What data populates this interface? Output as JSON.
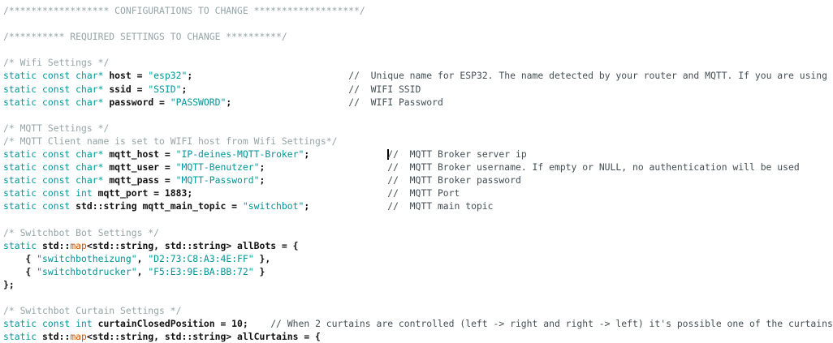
{
  "app": {
    "description": "code-editor-viewport",
    "language": "cpp"
  },
  "theme": {
    "background": "#ffffff",
    "block_comment": "#95a5a6",
    "line_comment": "#434f54",
    "keyword": "#00979c",
    "string": "#009599",
    "identifier": "#111111",
    "function": "#d35400",
    "cursor": "#000000"
  },
  "code": {
    "lines": [
      [
        {
          "s": "cm1",
          "t": "/****************** CONFIGURATIONS TO CHANGE *******************/"
        }
      ],
      [],
      [
        {
          "s": "cm1",
          "t": "/********** REQUIRED SETTINGS TO CHANGE **********/"
        }
      ],
      [],
      [
        {
          "s": "cm1",
          "t": "/* Wifi Settings */"
        }
      ],
      [
        {
          "s": "kw",
          "t": "static const char* "
        },
        {
          "s": "idn",
          "t": "host"
        },
        {
          "s": "idn",
          "t": " = "
        },
        {
          "s": "str",
          "t": "\"esp32\""
        },
        {
          "s": "idn",
          "t": ";"
        },
        {
          "s": "idn",
          "t": "                            "
        },
        {
          "s": "cm2",
          "t": "//  Unique name for ESP32. The name detected by your router and MQTT. If you are using"
        }
      ],
      [
        {
          "s": "kw",
          "t": "static const char* "
        },
        {
          "s": "idn",
          "t": "ssid"
        },
        {
          "s": "idn",
          "t": " = "
        },
        {
          "s": "str",
          "t": "\"SSID\""
        },
        {
          "s": "idn",
          "t": ";"
        },
        {
          "s": "idn",
          "t": "                             "
        },
        {
          "s": "cm2",
          "t": "//  WIFI SSID"
        }
      ],
      [
        {
          "s": "kw",
          "t": "static const char* "
        },
        {
          "s": "idn",
          "t": "password"
        },
        {
          "s": "idn",
          "t": " = "
        },
        {
          "s": "str",
          "t": "\"PASSWORD\""
        },
        {
          "s": "idn",
          "t": ";"
        },
        {
          "s": "idn",
          "t": "                     "
        },
        {
          "s": "cm2",
          "t": "//  WIFI Password"
        }
      ],
      [],
      [
        {
          "s": "cm1",
          "t": "/* MQTT Settings */"
        }
      ],
      [
        {
          "s": "cm1",
          "t": "/* MQTT Client name is set to WIFI host from Wifi Settings*/"
        }
      ],
      [
        {
          "s": "kw",
          "t": "static const char* "
        },
        {
          "s": "idn",
          "t": "mqtt_host"
        },
        {
          "s": "idn",
          "t": " = "
        },
        {
          "s": "str",
          "t": "\"IP-deines-MQTT-Broker\""
        },
        {
          "s": "idn",
          "t": ";"
        },
        {
          "s": "idn",
          "t": "              "
        },
        {
          "s": "cur"
        },
        {
          "s": "cm2",
          "t": "//  MQTT Broker server ip"
        }
      ],
      [
        {
          "s": "kw",
          "t": "static const char* "
        },
        {
          "s": "idn",
          "t": "mqtt_user"
        },
        {
          "s": "idn",
          "t": " = "
        },
        {
          "s": "str",
          "t": "\"MQTT-Benutzer\""
        },
        {
          "s": "idn",
          "t": ";"
        },
        {
          "s": "idn",
          "t": "                      "
        },
        {
          "s": "cm2",
          "t": "//  MQTT Broker username. If empty or NULL, no authentication will be used"
        }
      ],
      [
        {
          "s": "kw",
          "t": "static const char* "
        },
        {
          "s": "idn",
          "t": "mqtt_pass"
        },
        {
          "s": "idn",
          "t": " = "
        },
        {
          "s": "str",
          "t": "\"MQTT-Password\""
        },
        {
          "s": "idn",
          "t": ";"
        },
        {
          "s": "idn",
          "t": "                      "
        },
        {
          "s": "cm2",
          "t": "//  MQTT Broker password"
        }
      ],
      [
        {
          "s": "kw",
          "t": "static const int "
        },
        {
          "s": "idn",
          "t": "mqtt_port"
        },
        {
          "s": "idn",
          "t": " = 1883;"
        },
        {
          "s": "idn",
          "t": "                                   "
        },
        {
          "s": "cm2",
          "t": "//  MQTT Port"
        }
      ],
      [
        {
          "s": "kw",
          "t": "static const "
        },
        {
          "s": "idn",
          "t": "std::string mqtt_main_topic"
        },
        {
          "s": "idn",
          "t": " = "
        },
        {
          "s": "str",
          "t": "\"switchbot\""
        },
        {
          "s": "idn",
          "t": ";"
        },
        {
          "s": "idn",
          "t": "              "
        },
        {
          "s": "cm2",
          "t": "//  MQTT main topic"
        }
      ],
      [],
      [
        {
          "s": "cm1",
          "t": "/* Switchbot Bot Settings */"
        }
      ],
      [
        {
          "s": "kw",
          "t": "static "
        },
        {
          "s": "idn",
          "t": "std::"
        },
        {
          "s": "fnc",
          "t": "map"
        },
        {
          "s": "idn",
          "t": "<std::string, std::string> allBots = {"
        }
      ],
      [
        {
          "s": "idn",
          "t": "    { "
        },
        {
          "s": "str",
          "t": "\"switchbotheizung\""
        },
        {
          "s": "idn",
          "t": ", "
        },
        {
          "s": "str",
          "t": "\"D2:73:C8:A3:4E:FF\""
        },
        {
          "s": "idn",
          "t": " },"
        }
      ],
      [
        {
          "s": "idn",
          "t": "    { "
        },
        {
          "s": "str",
          "t": "\"switchbotdrucker\""
        },
        {
          "s": "idn",
          "t": ", "
        },
        {
          "s": "str",
          "t": "\"F5:E3:9E:BA:BB:72\""
        },
        {
          "s": "idn",
          "t": " }"
        }
      ],
      [
        {
          "s": "idn",
          "t": "};"
        }
      ],
      [],
      [
        {
          "s": "cm1",
          "t": "/* Switchbot Curtain Settings */"
        }
      ],
      [
        {
          "s": "kw",
          "t": "static const int "
        },
        {
          "s": "idn",
          "t": "curtainClosedPosition"
        },
        {
          "s": "idn",
          "t": " = 10;"
        },
        {
          "s": "idn",
          "t": "    "
        },
        {
          "s": "cm2",
          "t": "// When 2 curtains are controlled (left -> right and right -> left) it's possible one of the curtains"
        }
      ],
      [
        {
          "s": "kw",
          "t": "static "
        },
        {
          "s": "idn",
          "t": "std::"
        },
        {
          "s": "fnc",
          "t": "map"
        },
        {
          "s": "idn",
          "t": "<std::string, std::string> allCurtains = {"
        }
      ]
    ]
  }
}
